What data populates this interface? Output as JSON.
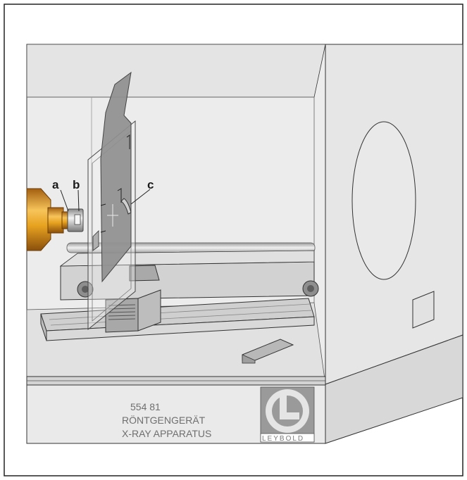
{
  "labels": {
    "a": "a",
    "b": "b",
    "c": "c"
  },
  "nameplate": {
    "model_number": "554 81",
    "name_de": "RÖNTGENGERÄT",
    "name_en": "X-RAY  APPARATUS"
  },
  "logo": {
    "brand": "LEYBOLD"
  },
  "colors": {
    "housing_light": "#ebebeb",
    "housing_mid": "#dcdcdc",
    "housing_shade": "#cfcfcf",
    "rail": "#c8c8c8",
    "screen": "#8f8f8f",
    "tube_gold": "#e7a21f",
    "outline": "#3a3a3a"
  },
  "icons": {
    "logo_mark": "leybold-logo-icon"
  }
}
